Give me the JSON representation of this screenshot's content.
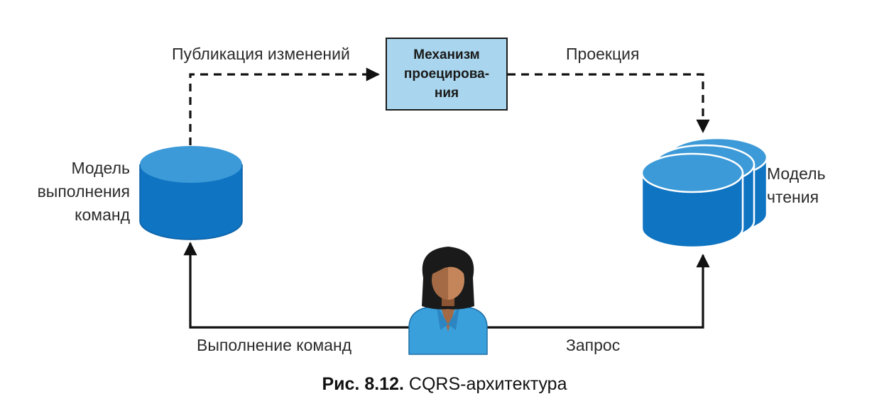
{
  "labels": {
    "publish_changes": "Публикация изменений",
    "projection": "Проекция",
    "projection_engine": [
      "Механизм",
      "проецирова-",
      "ния"
    ],
    "command_model": [
      "Модель",
      "выполнения",
      "команд"
    ],
    "read_model": [
      "Модель",
      "чтения"
    ],
    "execute_commands": "Выполнение команд",
    "query": "Запрос"
  },
  "caption": {
    "number": "Рис. 8.12.",
    "text": "CQRS-архитектура"
  },
  "colors": {
    "database_body": "#0f74c2",
    "database_top": "#3c9ad8",
    "projection_box": "#a9d6ee",
    "person_skin": "#a36a45",
    "person_hair": "#1a1a1a",
    "person_shirt": "#3aa0dc",
    "arrows": "#111111"
  },
  "icons": [
    "command-database-icon",
    "read-database-stack-icon",
    "user-icon"
  ]
}
